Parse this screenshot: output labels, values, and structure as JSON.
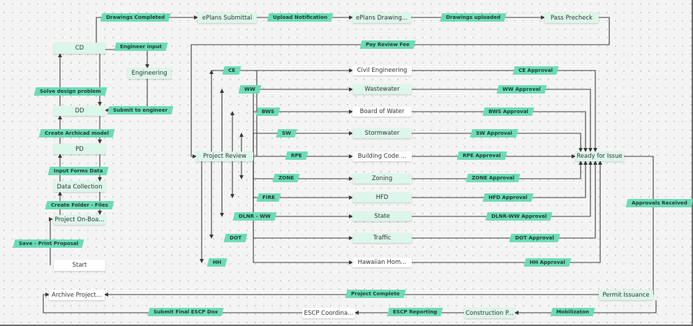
{
  "colors": {
    "node_fill": "#dcf6ea",
    "label_fill": "#6ddbb7",
    "connector": "#3a3a3a"
  },
  "nodes": {
    "cd": "CD",
    "engineering": "Engineering",
    "dd": "DD",
    "pd": "PD",
    "data_collection": "Data Collection",
    "onboarding": "Project On-Boa...",
    "start": "Start",
    "eplans_submittal": "ePlans Submittal",
    "eplans_drawing": "ePlans Drawing...",
    "pass_precheck": "Pass Precheck",
    "project_review": "Project Review",
    "civil": "Civil Engineering",
    "wastewater": "Wastewater",
    "bws": "Board of Water",
    "stormwater": "Stormwater",
    "building": "Building Code ...",
    "zoning": "Zoning",
    "hfd": "HFD",
    "state": "State",
    "traffic": "Traffic",
    "hawaiian": "Hawaiian Hom...",
    "ready": "Ready for Issue",
    "permit": "Permit Issuance",
    "archive": "Archive Project...",
    "escp": "ESCP Coordina...",
    "construction": "Construction P..."
  },
  "labels": {
    "drawings_completed": "Drawings Completed",
    "upload_notification": "Upload Notification",
    "drawings_uploaded": "Drawings uploaded",
    "pay_review_fee": "Pay Review Fee",
    "engineer_input": "Engineer input",
    "solve_design": "Solve design problem",
    "submit_engineer": "Submit to engineer",
    "create_archicad": "Create Archicad model",
    "input_forms": "Input Forms Data",
    "create_folder": "Create Folder - Files",
    "save_print": "Save - Print Proposal",
    "ce": "CE",
    "ww": "WW",
    "bws": "BWS",
    "sw": "SW",
    "rpe": "RPE",
    "zone": "ZONE",
    "fire": "FIRE",
    "dlnr_ww": "DLNR - WW",
    "dot": "DOT",
    "hh": "HH",
    "ce_approval": "CE Approval",
    "ww_approval": "WW Approval",
    "bws_approval": "BWS Approval",
    "sw_approval": "SW Approval",
    "rpe_approval": "RPE Approval",
    "zone_approval": "ZONE Approval",
    "hfd_approval": "HFD Approval",
    "dlnr_approval": "DLNR-WW Approval",
    "dot_approval": "DOT Approval",
    "hh_approval": "HH Approval",
    "approvals_received": "Approvals Received",
    "project_complete": "Project Complete",
    "submit_escp": "Submit Final ESCP Dox",
    "escp_reporting": "ESCP Reporting",
    "mobilization": "Mobilizaton"
  }
}
